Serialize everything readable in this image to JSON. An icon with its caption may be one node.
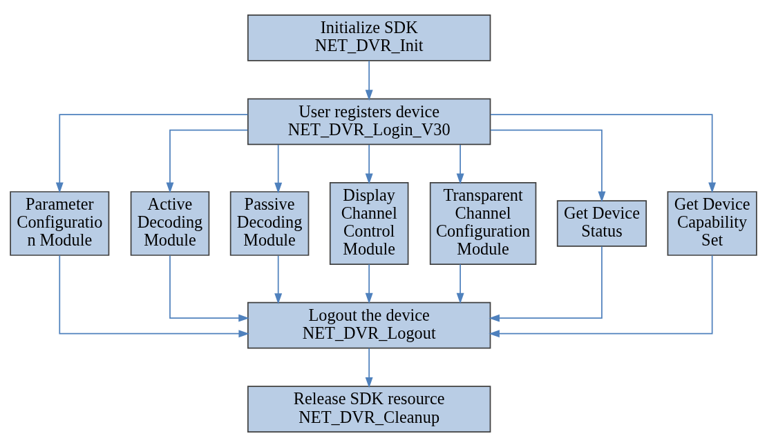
{
  "diagram": {
    "nodes": [
      {
        "text": [
          "Initialize SDK NET_DVR_Init"
        ]
      },
      {
        "text": [
          "User registers device NET_DVR_Login_V30"
        ]
      },
      {
        "text": [
          "Parameter Configuratio n Module"
        ]
      },
      {
        "text": [
          "Active Decoding Module"
        ]
      },
      {
        "text": [
          "Passive Decoding Module"
        ]
      },
      {
        "text": [
          "Display Channel Control Module"
        ]
      },
      {
        "text": [
          "Transparent Channel Configuration Module"
        ]
      },
      {
        "text": [
          "Get Device Status"
        ]
      },
      {
        "text": [
          "Get Device Capability Set"
        ]
      },
      {
        "text": [
          "Logout the device NET_DVR_Logout"
        ]
      },
      {
        "text": [
          "Release SDK resource NET_DVR_Cleanup"
        ]
      }
    ],
    "edges": [
      {
        "from": 0,
        "to": 1,
        "arrow": "to"
      },
      {
        "from": 1,
        "to": 2,
        "arrow": "to"
      },
      {
        "from": 1,
        "to": 3,
        "arrow": "to"
      },
      {
        "from": 1,
        "to": 4,
        "arrow": "to"
      },
      {
        "from": 1,
        "to": 5,
        "arrow": "to"
      },
      {
        "from": 1,
        "to": 6,
        "arrow": "to"
      },
      {
        "from": 1,
        "to": 7,
        "arrow": "to"
      },
      {
        "from": 1,
        "to": 8,
        "arrow": "to"
      },
      {
        "from": 2,
        "to": 9,
        "arrow": "to"
      },
      {
        "from": 3,
        "to": 9,
        "arrow": "to"
      },
      {
        "from": 4,
        "to": 9,
        "arrow": "to"
      },
      {
        "from": 5,
        "to": 9,
        "arrow": "to"
      },
      {
        "from": 6,
        "to": 9,
        "arrow": "to"
      },
      {
        "from": 7,
        "to": 9,
        "arrow": "to"
      },
      {
        "from": 8,
        "to": 9,
        "arrow": "to"
      },
      {
        "from": 9,
        "to": 10,
        "arrow": "to"
      }
    ]
  }
}
